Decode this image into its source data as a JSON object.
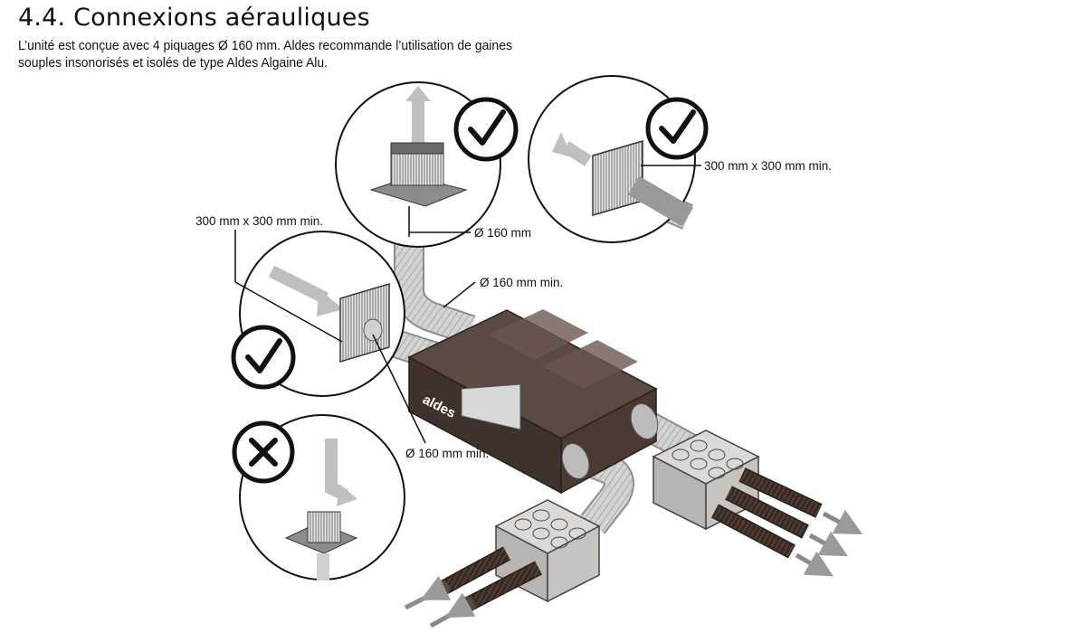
{
  "header": {
    "title": "4.4. Connexions aérauliques",
    "intro_line1": "L’unité est conçue avec 4 piquages Ø 160 mm. Aldes recommande l’utilisation de gaines",
    "intro_line2": "souples insonorisés et isolés de type Aldes Algaine Alu."
  },
  "callouts": {
    "grille_size_left": "300 mm x 300 mm min.",
    "grille_size_right": "300 mm x 300 mm min.",
    "roof_outlet_diameter": "Ø 160 mm",
    "duct_top_diameter": "Ø 160 mm min.",
    "duct_left_diameter": "Ø 160 mm min."
  },
  "unit": {
    "brand": "aldes"
  },
  "icons": {
    "check": "check-circle-icon",
    "cross": "cross-circle-icon"
  },
  "colors": {
    "unit_body": "#4a3a33",
    "duct": "#cfcfcf",
    "insulated_duct": "#3a2a22",
    "box": "#c9c6c2",
    "arrow": "#9a9a9a"
  }
}
